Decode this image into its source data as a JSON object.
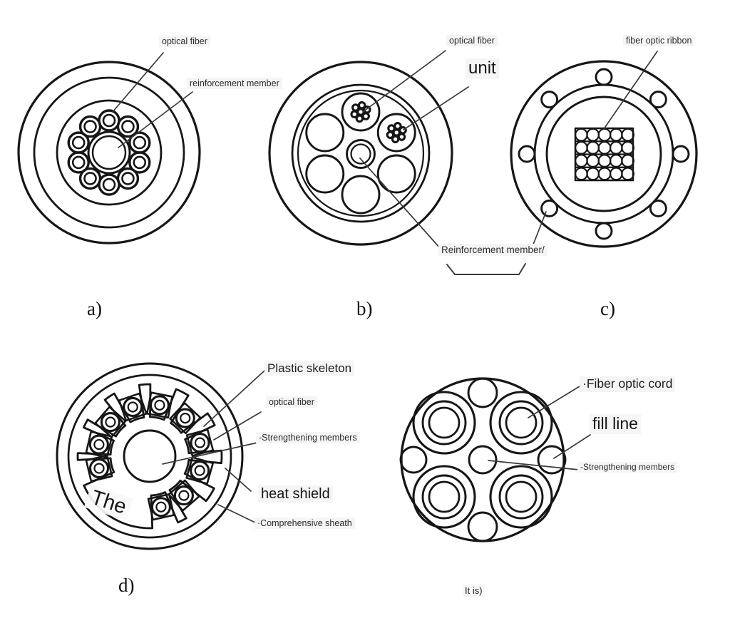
{
  "colors": {
    "stroke": "#161616",
    "leader": "#3a3a3a",
    "label_bg": "#f5f5f5",
    "background": "#ffffff"
  },
  "diagrams": {
    "a": {
      "caption": "a)",
      "labels": {
        "optical_fiber": "optical fiber",
        "reinforcement_member": "reinforcement member"
      }
    },
    "b": {
      "caption": "b)",
      "labels": {
        "optical_fiber": "optical fiber",
        "unit": "unit",
        "reinforcement_member": "Reinforcement member/"
      }
    },
    "c": {
      "caption": "c)",
      "labels": {
        "fiber_optic_ribbon": "fiber optic ribbon"
      }
    },
    "d": {
      "caption": "d)",
      "labels": {
        "plastic_skeleton": "Plastic skeleton",
        "optical_fiber": "optical fiber",
        "strengthening_members": "-Strengthening members",
        "heat_shield": "heat shield",
        "comprehensive_sheath": "·Comprehensive sheath",
        "embedded_text": "The"
      }
    },
    "e": {
      "caption": "It is)",
      "labels": {
        "fiber_optic_cord": "·Fiber optic cord",
        "fill_line": "fill line",
        "strengthening_members": "-Strengthening members"
      }
    }
  }
}
